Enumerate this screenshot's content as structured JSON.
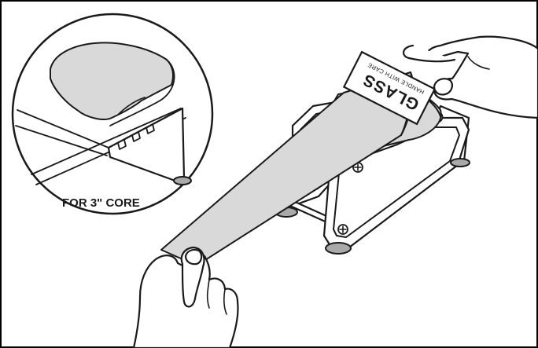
{
  "inset": {
    "caption": "FOR 3\" CORE"
  },
  "tape_label": {
    "title": "GLASS",
    "subtitle": "HANDLE WITH CARE"
  },
  "colors": {
    "tape": "#d9d9d9",
    "feet": "#a9a9a9",
    "outline": "#1a1a1a",
    "frame": "#000000"
  }
}
